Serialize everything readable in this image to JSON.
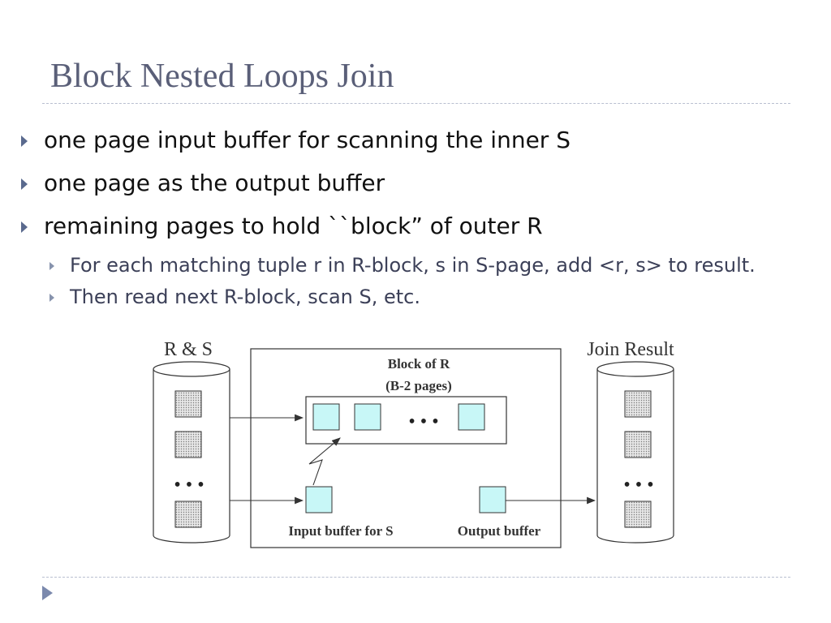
{
  "slide": {
    "title": "Block Nested Loops Join",
    "bullets": [
      "one page input buffer for scanning the inner S",
      "one page as the output buffer",
      "remaining pages to hold ``block” of outer R"
    ],
    "sub_bullet": {
      "line1": "For each matching tuple r in R-block, s in S-page, add <r, s> to result.",
      "line2": "Then read next R-block, scan S, etc."
    }
  },
  "diagram": {
    "left_disk_label": "R & S",
    "right_disk_label": "Join Result",
    "block_label_line1": "Block of R",
    "block_label_line2": "(B-2 pages)",
    "ellipsis": "• • •",
    "input_buffer_label": "Input buffer for S",
    "output_buffer_label": "Output buffer",
    "colors": {
      "page_fill": "#c8f7f7",
      "disk_page_fill": "#e2e2e2",
      "stroke": "#333333"
    }
  },
  "icons": {
    "nav": "play-triangle-icon"
  }
}
